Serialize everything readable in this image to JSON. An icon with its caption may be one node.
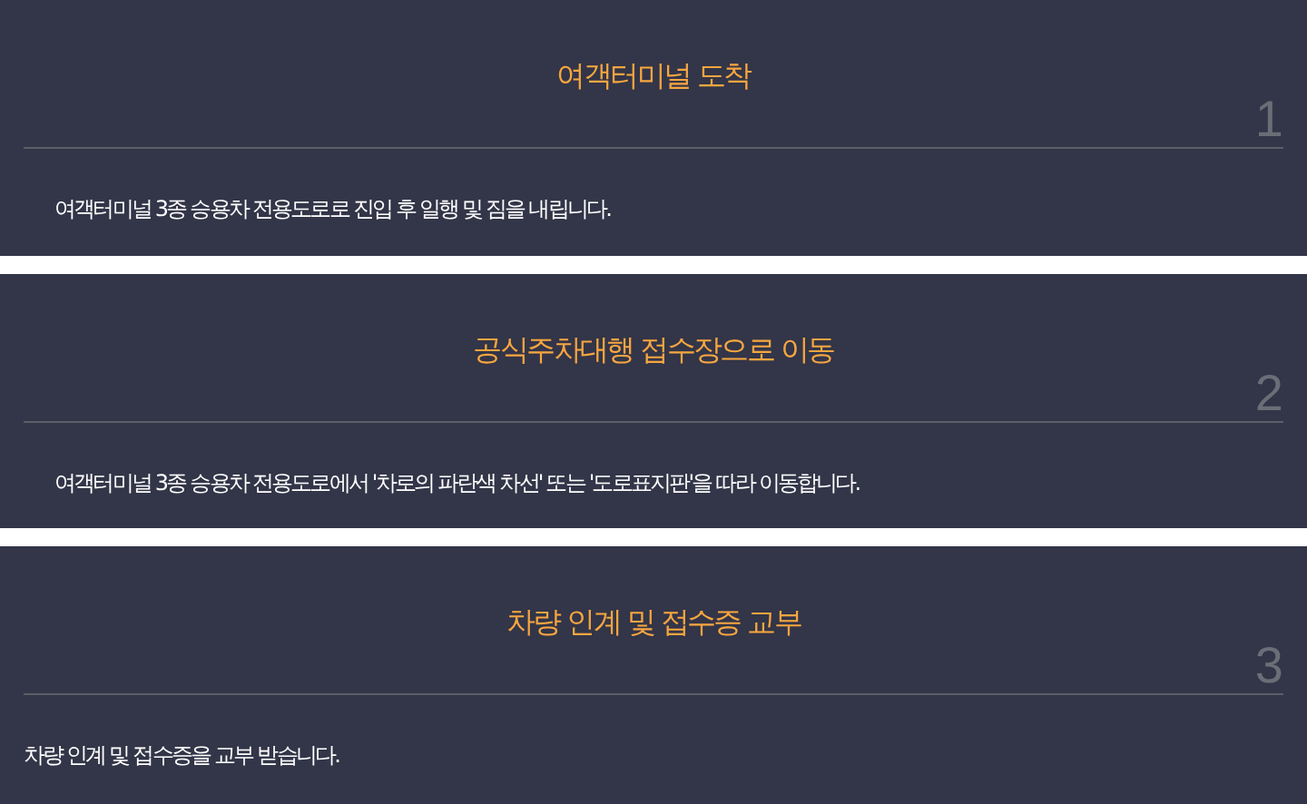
{
  "diagram": {
    "nodes": [
      {
        "text": [
          "여객터미널 도착",
          "1",
          "여객터미널 3종 승용차 전용도로로 진입 후 일행 및 짐을 내립니다."
        ]
      },
      {
        "text": [
          "공식주차대행 접수장으로 이동",
          "2",
          "여객터미널 3종 승용차 전용도로에서 '차로의 파란색 차선' 또는 '도로표지판'을 따라 이동합니다."
        ]
      },
      {
        "text": [
          "차량 인계 및 접수증 교부",
          "3",
          "차량 인계 및 접수증을 교부 받습니다."
        ]
      }
    ]
  }
}
